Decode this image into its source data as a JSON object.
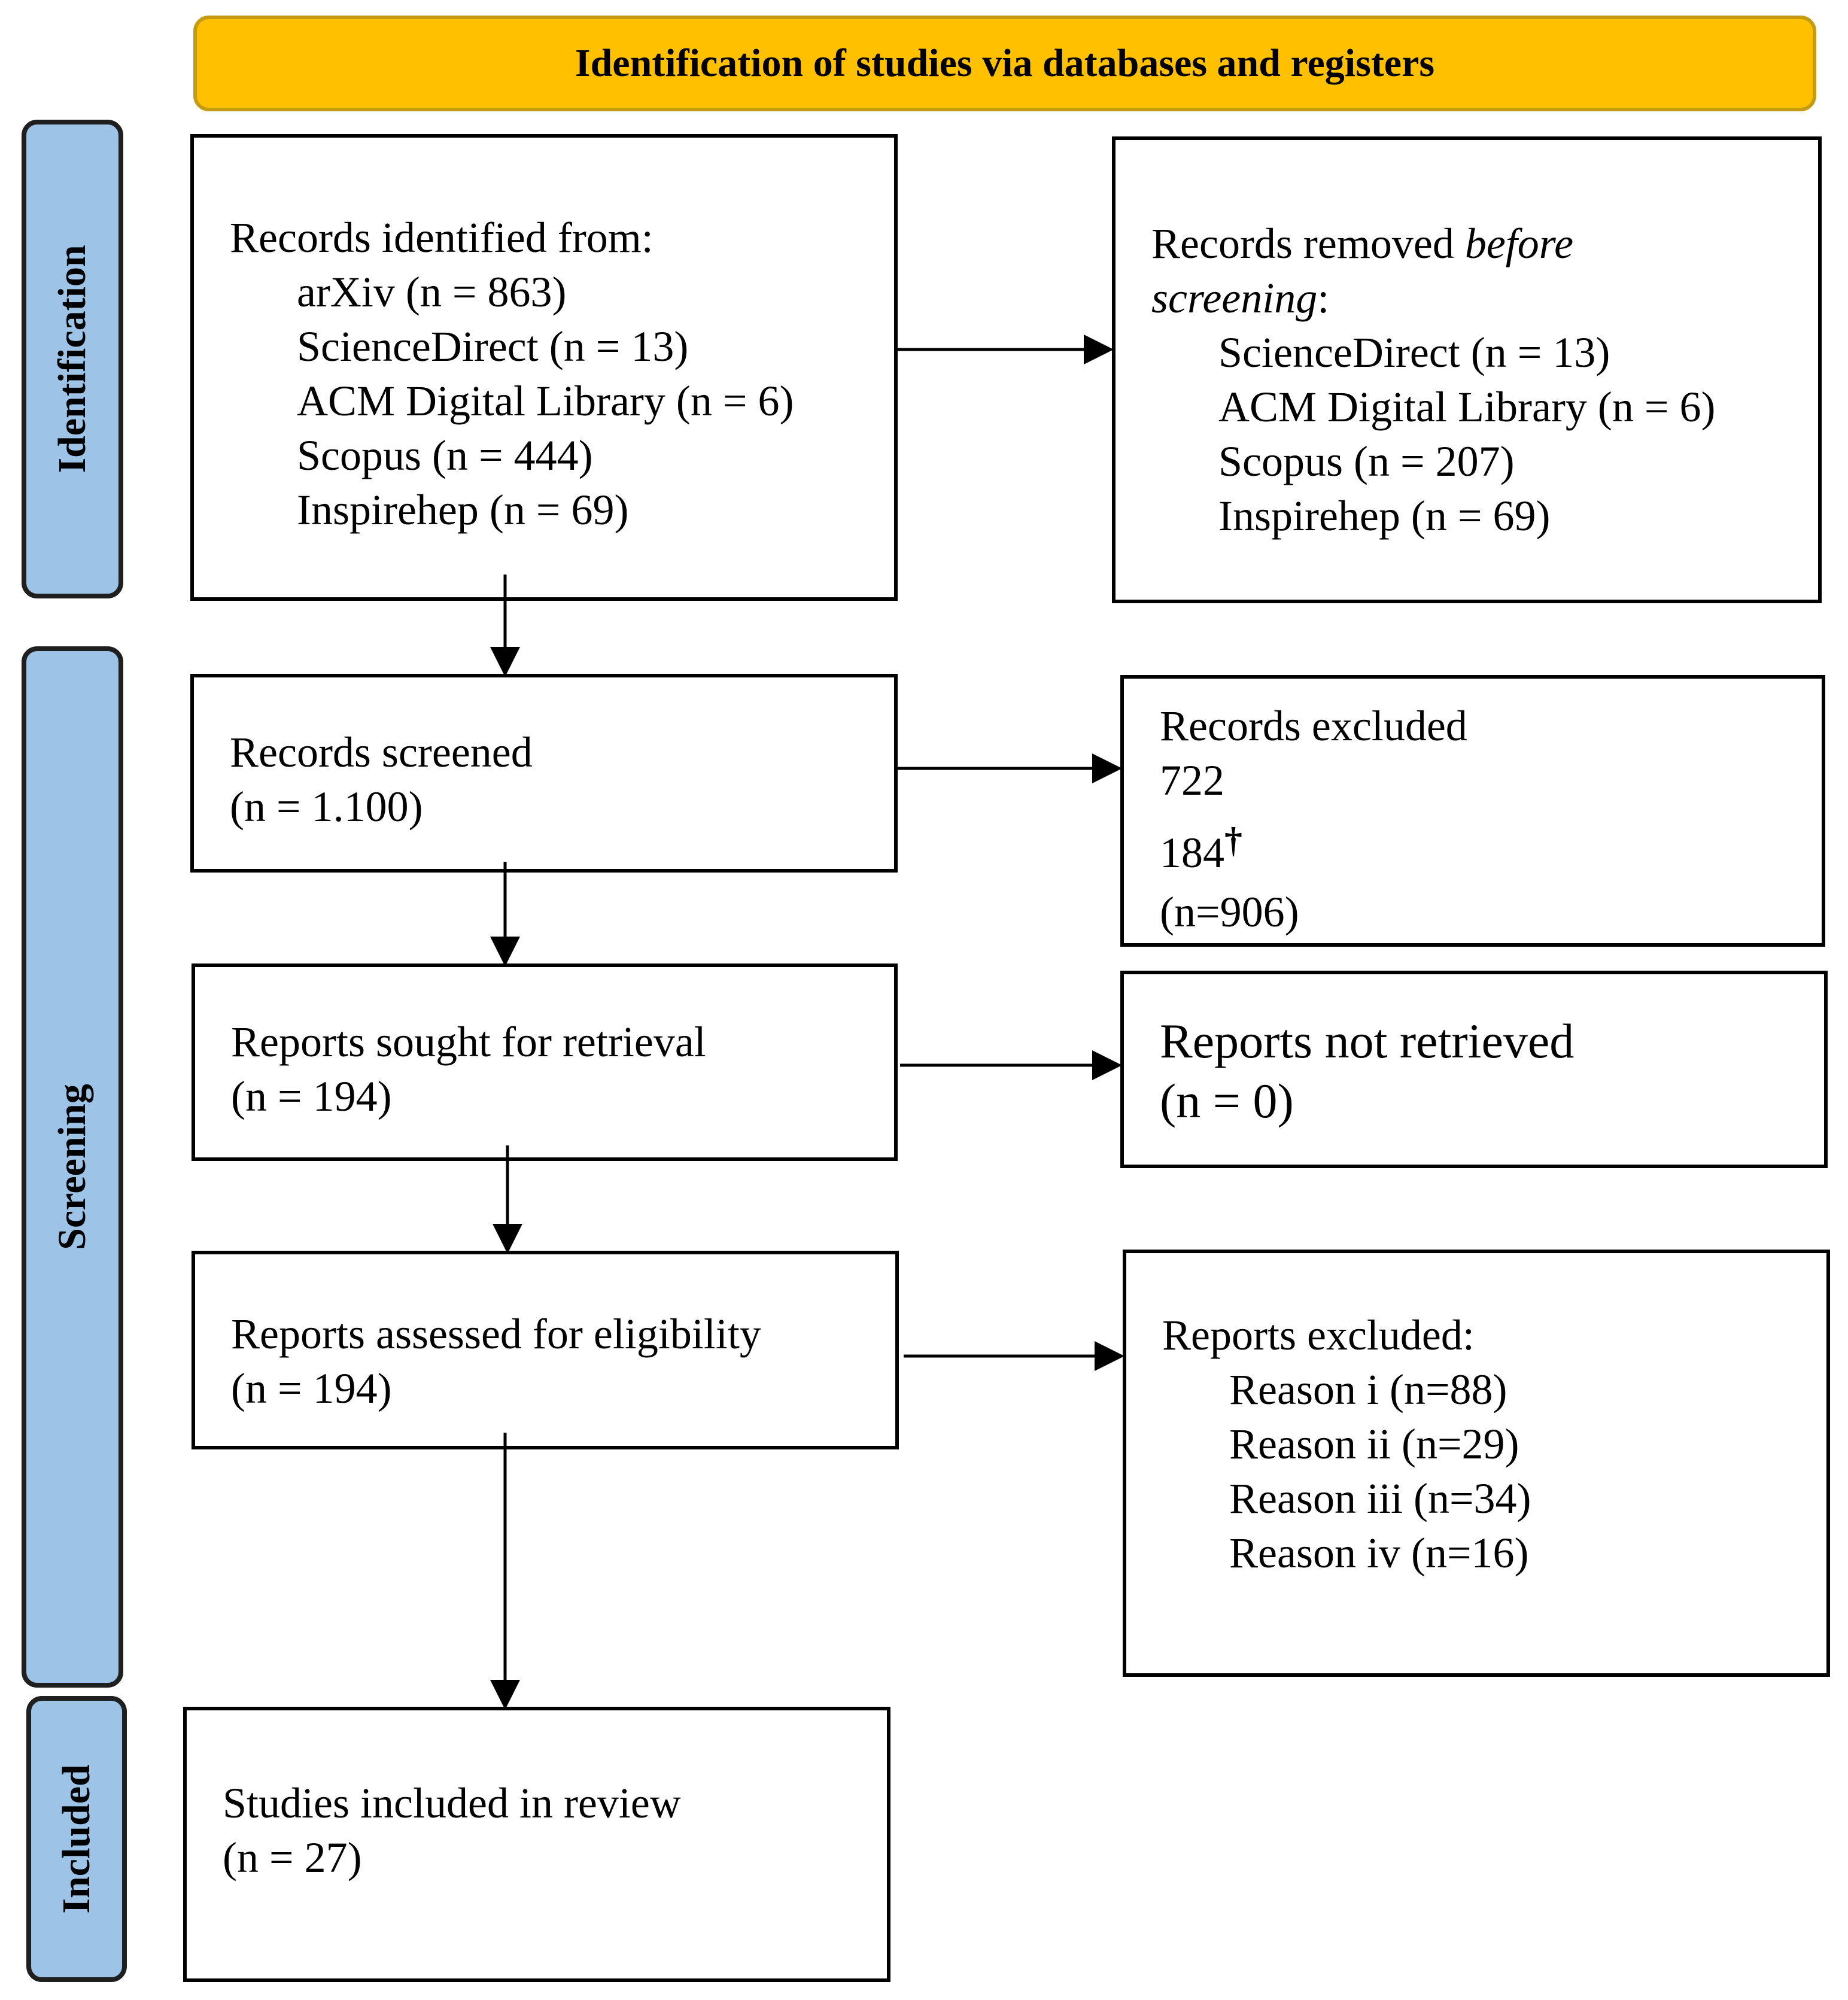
{
  "header": {
    "title": "Identification of studies via databases and registers"
  },
  "stages": {
    "identification": "Identification",
    "screening": "Screening",
    "included": "Included"
  },
  "records_identified": {
    "heading": "Records identified from:",
    "items": [
      "arXiv (n = 863)",
      "ScienceDirect (n = 13)",
      "ACM Digital Library (n = 6)",
      "Scopus (n = 444)",
      "Inspirehep (n = 69)"
    ]
  },
  "records_removed": {
    "heading_plain": "Records removed ",
    "heading_italic_1": "before",
    "heading_italic_2": "screening",
    "heading_colon": ":",
    "items": [
      "ScienceDirect (n = 13)",
      "ACM Digital Library (n = 6)",
      "Scopus (n = 207)",
      "Inspirehep (n = 69)"
    ]
  },
  "records_screened": {
    "label": "Records screened",
    "count": "(n = 1.100)"
  },
  "records_excluded": {
    "label": "Records excluded",
    "value_1": "722",
    "value_2": "184",
    "dagger": "†",
    "total": "(n=906)"
  },
  "reports_sought": {
    "label": "Reports sought for retrieval",
    "count": "(n = 194)"
  },
  "reports_not_retrieved": {
    "label": "Reports not retrieved",
    "count": "(n = 0)"
  },
  "reports_assessed": {
    "label": "Reports assessed for eligibility",
    "count": "(n = 194)"
  },
  "reports_excluded": {
    "heading": "Reports excluded:",
    "items": [
      "Reason i (n=88)",
      "Reason ii (n=29)",
      "Reason iii (n=34)",
      "Reason iv (n=16)"
    ]
  },
  "studies_included": {
    "label": "Studies included in review",
    "count": "(n = 27)"
  },
  "colors": {
    "header_fill": "#ffc000",
    "header_border": "#c59b12",
    "stage_fill": "#9dc3e6",
    "box_border": "#000000"
  }
}
